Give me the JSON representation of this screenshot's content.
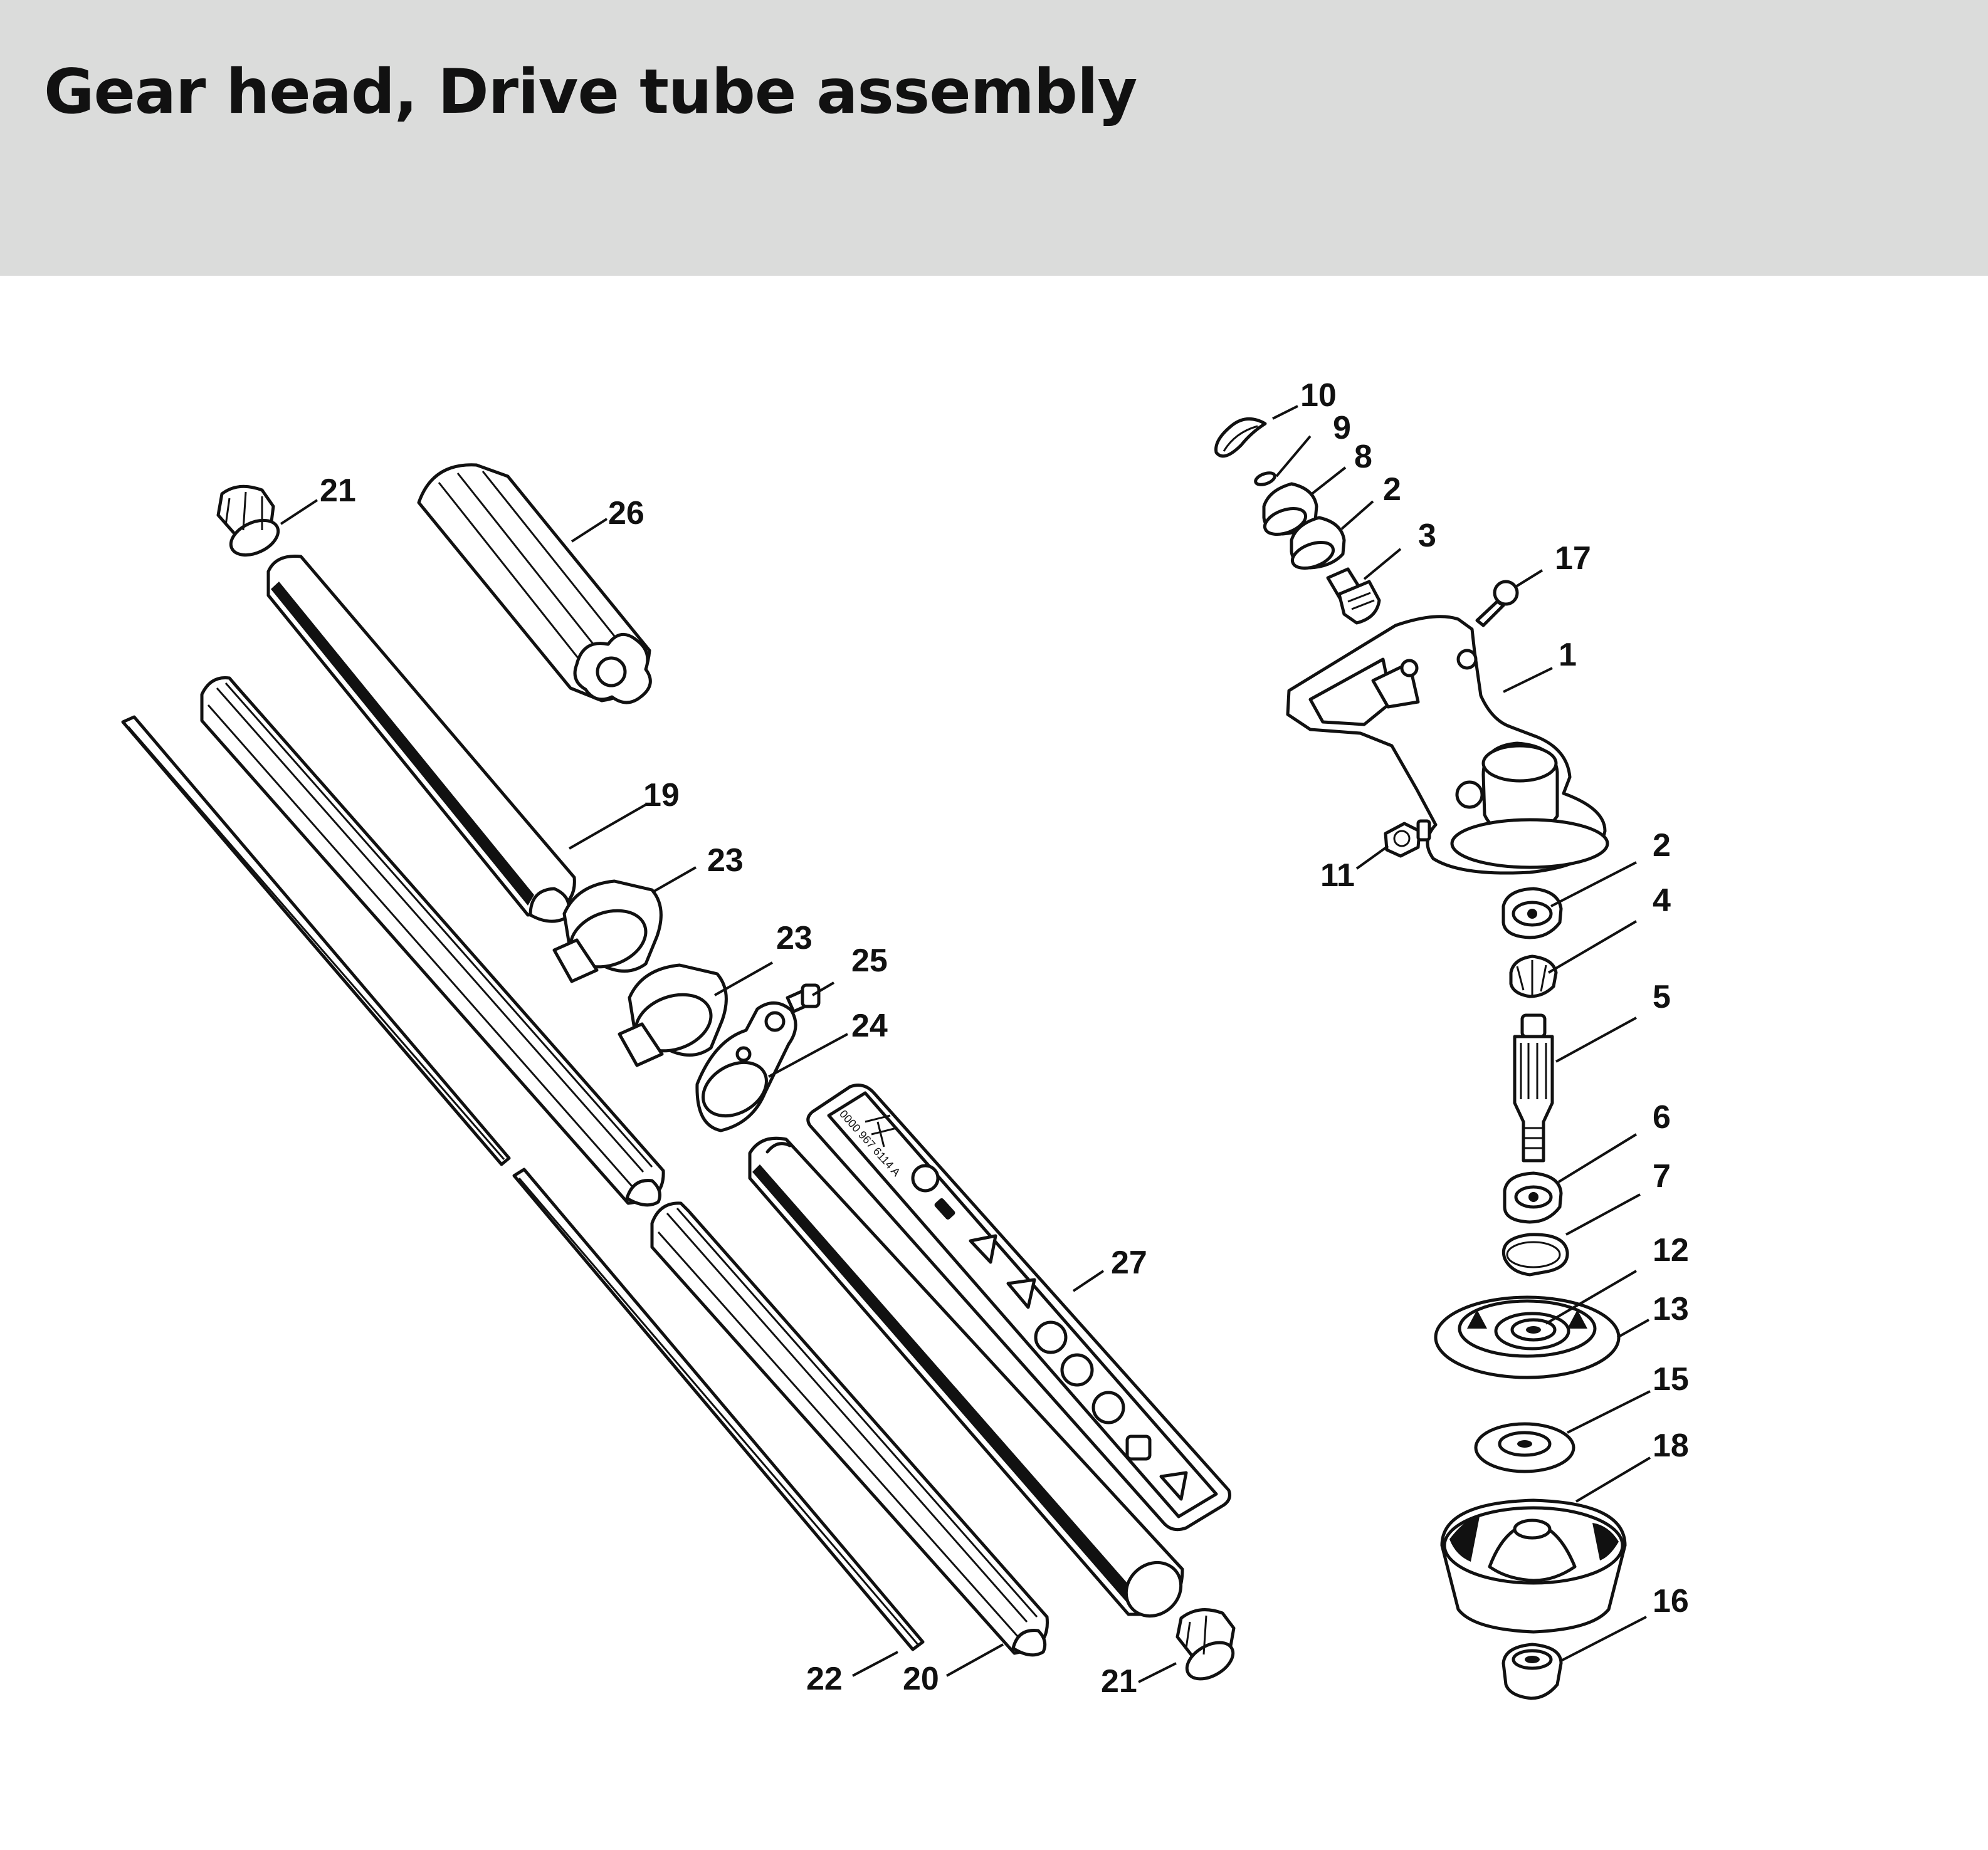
{
  "title": "Gear head, Drive tube assembly",
  "callouts": [
    {
      "id": "c10",
      "label": "10"
    },
    {
      "id": "c9",
      "label": "9"
    },
    {
      "id": "c8",
      "label": "8"
    },
    {
      "id": "c2a",
      "label": "2"
    },
    {
      "id": "c3",
      "label": "3"
    },
    {
      "id": "c17",
      "label": "17"
    },
    {
      "id": "c1",
      "label": "1"
    },
    {
      "id": "c11",
      "label": "11"
    },
    {
      "id": "c2b",
      "label": "2"
    },
    {
      "id": "c4",
      "label": "4"
    },
    {
      "id": "c5",
      "label": "5"
    },
    {
      "id": "c6",
      "label": "6"
    },
    {
      "id": "c7",
      "label": "7"
    },
    {
      "id": "c12",
      "label": "12"
    },
    {
      "id": "c13",
      "label": "13"
    },
    {
      "id": "c15",
      "label": "15"
    },
    {
      "id": "c18",
      "label": "18"
    },
    {
      "id": "c16",
      "label": "16"
    },
    {
      "id": "c21a",
      "label": "21"
    },
    {
      "id": "c26",
      "label": "26"
    },
    {
      "id": "c19",
      "label": "19"
    },
    {
      "id": "c23a",
      "label": "23"
    },
    {
      "id": "c23b",
      "label": "23"
    },
    {
      "id": "c25",
      "label": "25"
    },
    {
      "id": "c24",
      "label": "24"
    },
    {
      "id": "c27",
      "label": "27"
    },
    {
      "id": "c22",
      "label": "22"
    },
    {
      "id": "c20",
      "label": "20"
    },
    {
      "id": "c21b",
      "label": "21"
    }
  ],
  "label_sticker_text": "0000 967 6114 A"
}
